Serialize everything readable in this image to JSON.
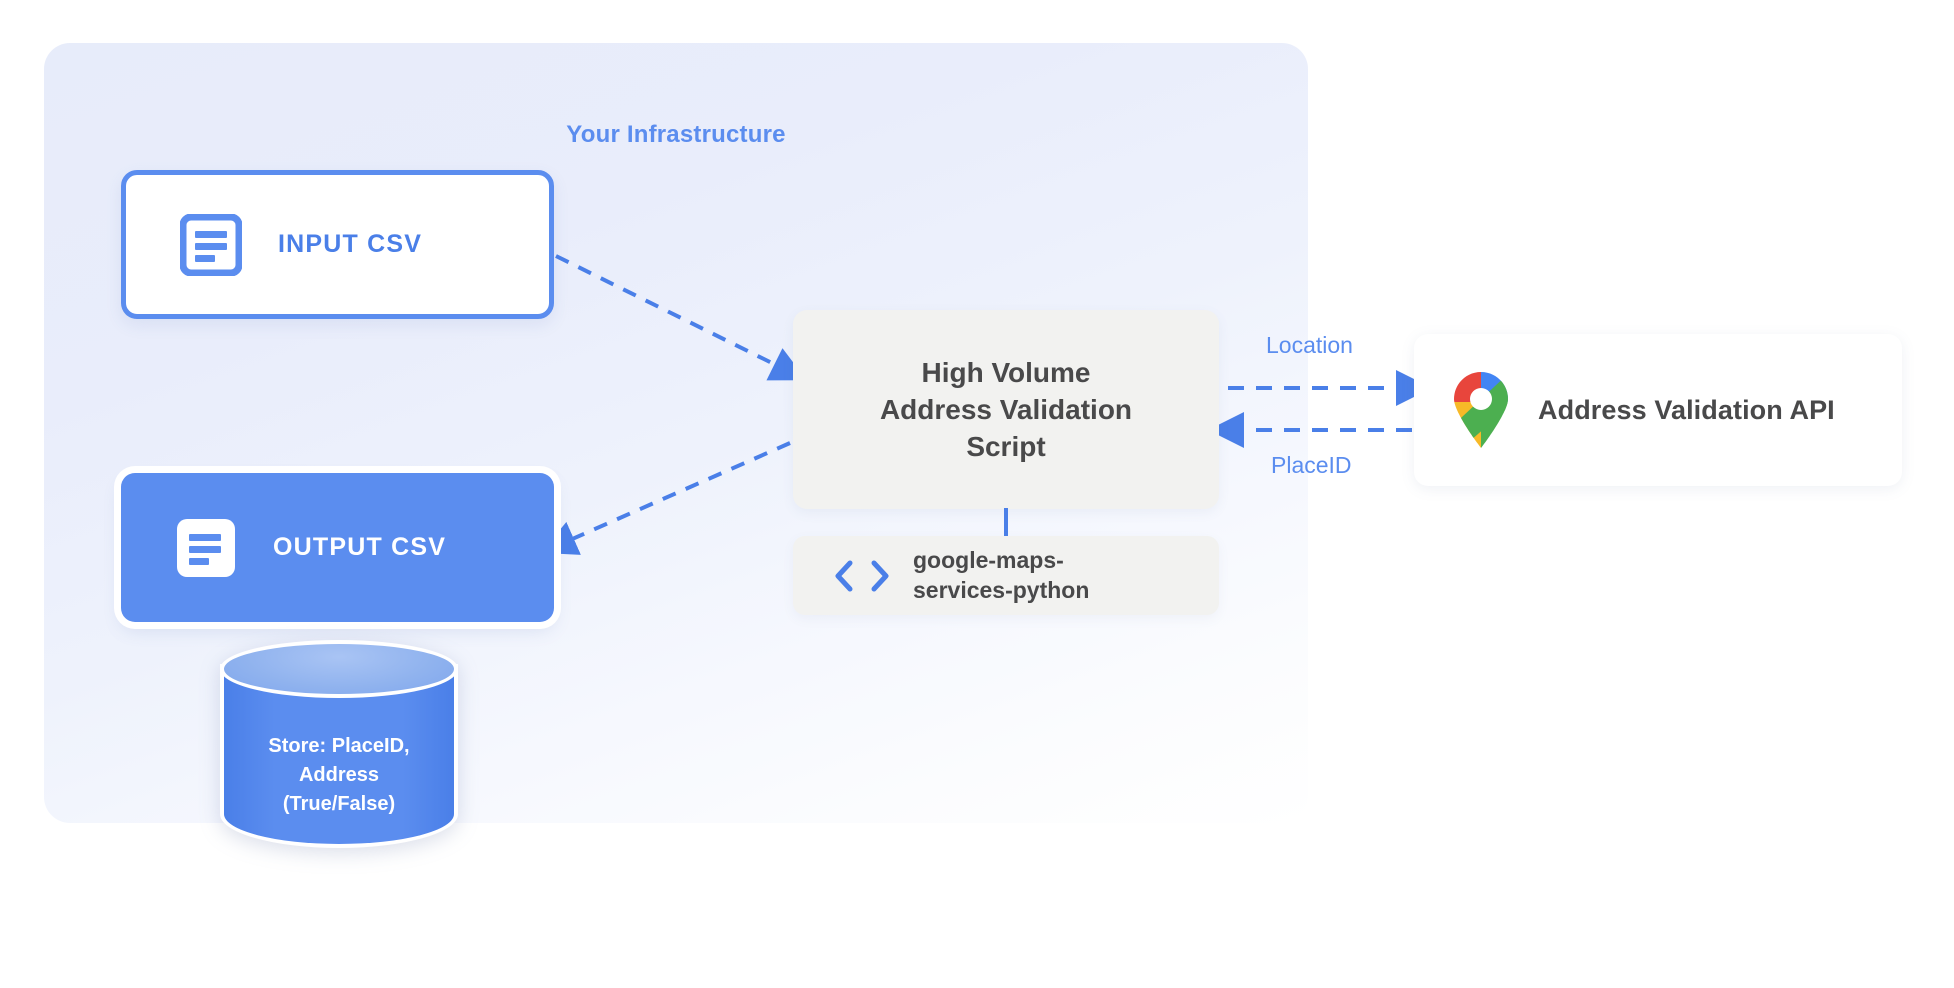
{
  "diagram": {
    "panel_title": "Your Infrastructure",
    "accent_color": "#5b8def",
    "panel_bg": "#e8ecfa",
    "node_gray": "#f2f2f0",
    "text_dark": "#49494a"
  },
  "nodes": {
    "input_csv": {
      "label": "INPUT CSV",
      "icon": "document-lines-icon"
    },
    "output_csv": {
      "label": "OUTPUT CSV",
      "icon": "document-lines-icon"
    },
    "script": {
      "label": "High Volume\nAddress Validation\nScript"
    },
    "library": {
      "label": "google-maps-\nservices-python",
      "icon": "code-brackets-icon"
    },
    "api": {
      "label": "Address Validation API",
      "icon": "google-maps-pin-icon"
    },
    "database": {
      "label": "Store: PlaceID,\nAddress\n(True/False)"
    }
  },
  "edges": {
    "location_label": "Location",
    "placeid_label": "PlaceID"
  }
}
